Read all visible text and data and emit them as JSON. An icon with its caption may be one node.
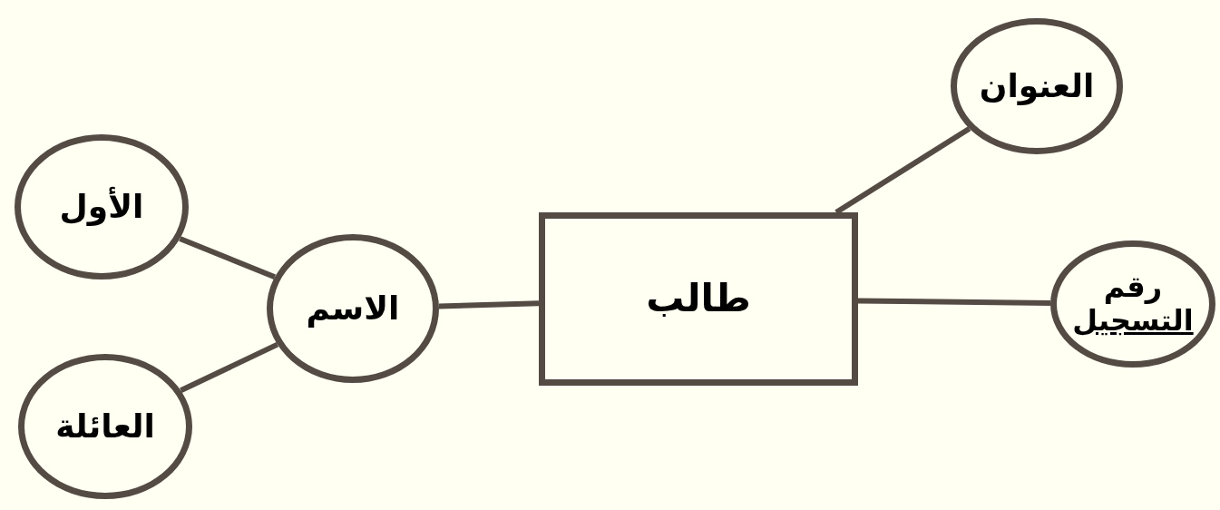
{
  "diagram": {
    "nodes": [
      {
        "text": [
          "طالب"
        ]
      },
      {
        "text": [
          "العنوان"
        ]
      },
      {
        "text": [
          "رقم",
          "التسجيل"
        ]
      },
      {
        "text": [
          "الأول"
        ]
      },
      {
        "text": [
          "الاسم"
        ]
      },
      {
        "text": [
          "العائلة"
        ]
      }
    ],
    "edges": [
      {
        "from": 0,
        "to": 1,
        "arrow": "none"
      },
      {
        "from": 0,
        "to": 2,
        "arrow": "none"
      },
      {
        "from": 4,
        "to": 0,
        "arrow": "none"
      },
      {
        "from": 4,
        "to": 3,
        "arrow": "none"
      },
      {
        "from": 4,
        "to": 5,
        "arrow": "none"
      }
    ]
  }
}
